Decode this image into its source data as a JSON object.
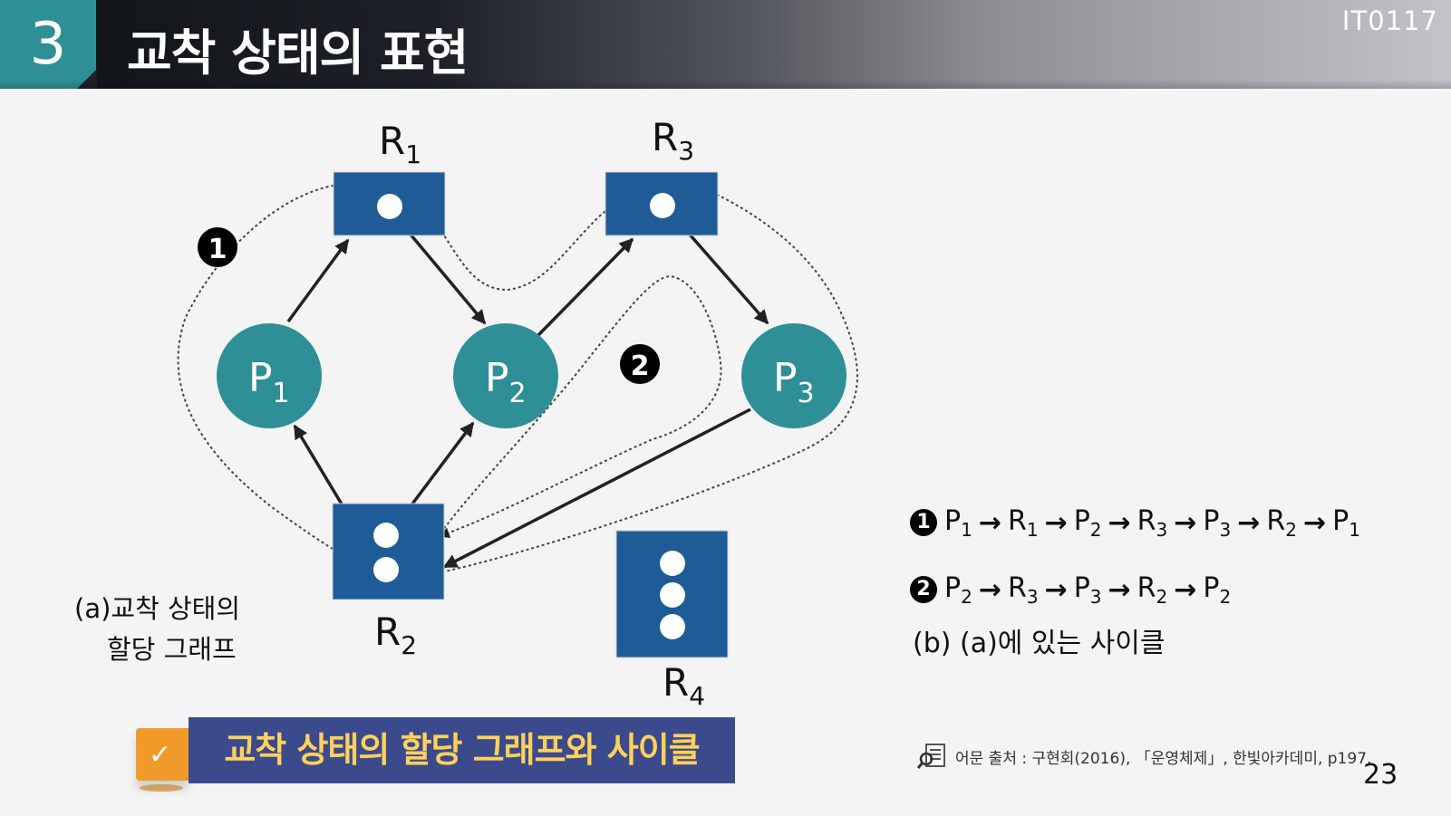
{
  "header": {
    "number": "3",
    "title": "교착 상태의 표현",
    "code": "IT0117"
  },
  "graph": {
    "resources": [
      {
        "name": "R",
        "sub": "1"
      },
      {
        "name": "R",
        "sub": "2"
      },
      {
        "name": "R",
        "sub": "3"
      },
      {
        "name": "R",
        "sub": "4"
      }
    ],
    "processes": [
      {
        "name": "P",
        "sub": "1"
      },
      {
        "name": "P",
        "sub": "2"
      },
      {
        "name": "P",
        "sub": "3"
      }
    ],
    "cycle_markers": [
      "1",
      "2"
    ]
  },
  "caption_a": {
    "line1": "(a)교착 상태의",
    "line2": "할당 그래프"
  },
  "cycles": [
    {
      "marker": "1",
      "path": [
        [
          "P",
          "1"
        ],
        [
          "R",
          "1"
        ],
        [
          "P",
          "2"
        ],
        [
          "R",
          "3"
        ],
        [
          "P",
          "3"
        ],
        [
          "R",
          "2"
        ],
        [
          "P",
          "1"
        ]
      ]
    },
    {
      "marker": "2",
      "path": [
        [
          "P",
          "2"
        ],
        [
          "R",
          "3"
        ],
        [
          "P",
          "3"
        ],
        [
          "R",
          "2"
        ],
        [
          "P",
          "2"
        ]
      ]
    }
  ],
  "arrow_glyph": "→",
  "caption_b": "(b) (a)에 있는 사이클",
  "banner": "교착 상태의 할당 그래프와 사이클",
  "source": "어문 출처 : 구현회(2016), 「운영체제」, 한빛아카데미, p197.",
  "page_number": "23",
  "colors": {
    "teal": "#2f8f96",
    "resource_blue": "#1f5b97",
    "banner_navy": "#3a4a8c",
    "banner_text": "#ffd15a",
    "flag_orange": "#f09a2a"
  }
}
